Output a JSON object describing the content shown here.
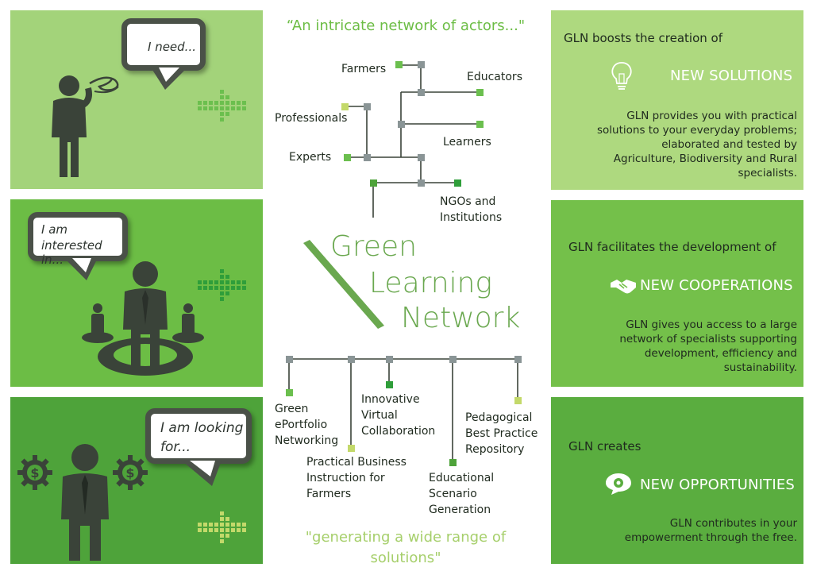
{
  "colors": {
    "panel_light": "#a3d37a",
    "panel_mid": "#6cbd45",
    "panel_dark": "#4ea33a",
    "panel_right_1": "#aed97f",
    "panel_right_2": "#74c04a",
    "panel_right_3": "#5aad3f",
    "figure": "#3a4339",
    "accent_green": "#5cb85c",
    "light_green_text": "#a6cf6b",
    "node_gray": "#8a9596",
    "node_green": "#6bbf4e",
    "node_lime": "#c3d96a"
  },
  "left": {
    "need_bubble": "I need...",
    "interested_bubble_1": "I am",
    "interested_bubble_2": "interested in...",
    "looking_bubble_1": "I am looking",
    "looking_bubble_2": "for..."
  },
  "center": {
    "top_quote": "“An intricate network of actors...\"",
    "actors": {
      "farmers": "Farmers",
      "educators": "Educators",
      "professionals": "Professionals",
      "learners": "Learners",
      "experts": "Experts",
      "ngos_1": "NGOs and",
      "ngos_2": "Institutions"
    },
    "logo": {
      "line1": "Green",
      "line2": "Learning",
      "line3": "Network"
    },
    "solutions": {
      "green_1": "Green",
      "green_2": "ePortfolio",
      "green_3": "Networking",
      "practical_1": "Practical Business",
      "practical_2": "Instruction for",
      "practical_3": "Farmers",
      "innovative_1": "Innovative",
      "innovative_2": "Virtual",
      "innovative_3": "Collaboration",
      "educational_1": "Educational",
      "educational_2": "Scenario",
      "educational_3": "Generation",
      "pedagogical_1": "Pedagogical",
      "pedagogical_2": "Best Practice",
      "pedagogical_3": "Repository"
    },
    "bottom_quote_1": "\"generating a wide range of",
    "bottom_quote_2": "solutions\""
  },
  "right": {
    "p1": {
      "title": "GLN boosts the creation of",
      "heading": "NEW SOLUTIONS",
      "icon": "lightbulb-icon",
      "body": [
        "GLN provides you with practical",
        "solutions to your everyday problems;",
        "elaborated and tested by",
        "Agriculture, Biodiversity and Rural",
        "specialists."
      ]
    },
    "p2": {
      "title": "GLN facilitates the development of",
      "heading": "NEW COOPERATIONS",
      "icon": "handshake-icon",
      "body": [
        "GLN gives you access to a large",
        "network of specialists supporting",
        "development, efficiency and",
        "sustainability."
      ]
    },
    "p3": {
      "title": "GLN creates",
      "heading": "NEW OPPORTUNITIES",
      "icon": "gear-speech-icon",
      "body": [
        "GLN contributes in your",
        "empowerment through the free."
      ]
    }
  }
}
